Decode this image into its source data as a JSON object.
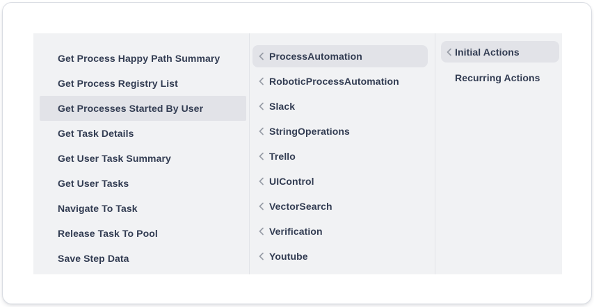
{
  "colors": {
    "panel_bg": "#f1f2f4",
    "highlight_bg": "#e2e3e8",
    "item_text": "#323c52",
    "chevron": "#979ca6",
    "divider": "#e2e4e8",
    "card_border": "#dadde3"
  },
  "menu": {
    "actions_column": {
      "items": [
        {
          "label": "Get Process Happy Path Summary",
          "selected": false
        },
        {
          "label": "Get Process Registry List",
          "selected": false
        },
        {
          "label": "Get Processes Started By User",
          "selected": true
        },
        {
          "label": "Get Task Details",
          "selected": false
        },
        {
          "label": "Get User Task Summary",
          "selected": false
        },
        {
          "label": "Get User Tasks",
          "selected": false
        },
        {
          "label": "Navigate To Task",
          "selected": false
        },
        {
          "label": "Release Task To Pool",
          "selected": false
        },
        {
          "label": "Save Step Data",
          "selected": false
        }
      ]
    },
    "categories_column": {
      "items": [
        {
          "label": "ProcessAutomation",
          "selected": true,
          "has_chevron": true
        },
        {
          "label": "RoboticProcessAutomation",
          "selected": false,
          "has_chevron": true
        },
        {
          "label": "Slack",
          "selected": false,
          "has_chevron": true
        },
        {
          "label": "StringOperations",
          "selected": false,
          "has_chevron": true
        },
        {
          "label": "Trello",
          "selected": false,
          "has_chevron": true
        },
        {
          "label": "UIControl",
          "selected": false,
          "has_chevron": true
        },
        {
          "label": "VectorSearch",
          "selected": false,
          "has_chevron": true
        },
        {
          "label": "Verification",
          "selected": false,
          "has_chevron": true
        },
        {
          "label": "Youtube",
          "selected": false,
          "has_chevron": true
        }
      ]
    },
    "groups_column": {
      "items": [
        {
          "label": "Initial Actions",
          "selected": true,
          "has_chevron": true
        },
        {
          "label": "Recurring Actions",
          "selected": false,
          "has_chevron": false
        }
      ]
    }
  }
}
